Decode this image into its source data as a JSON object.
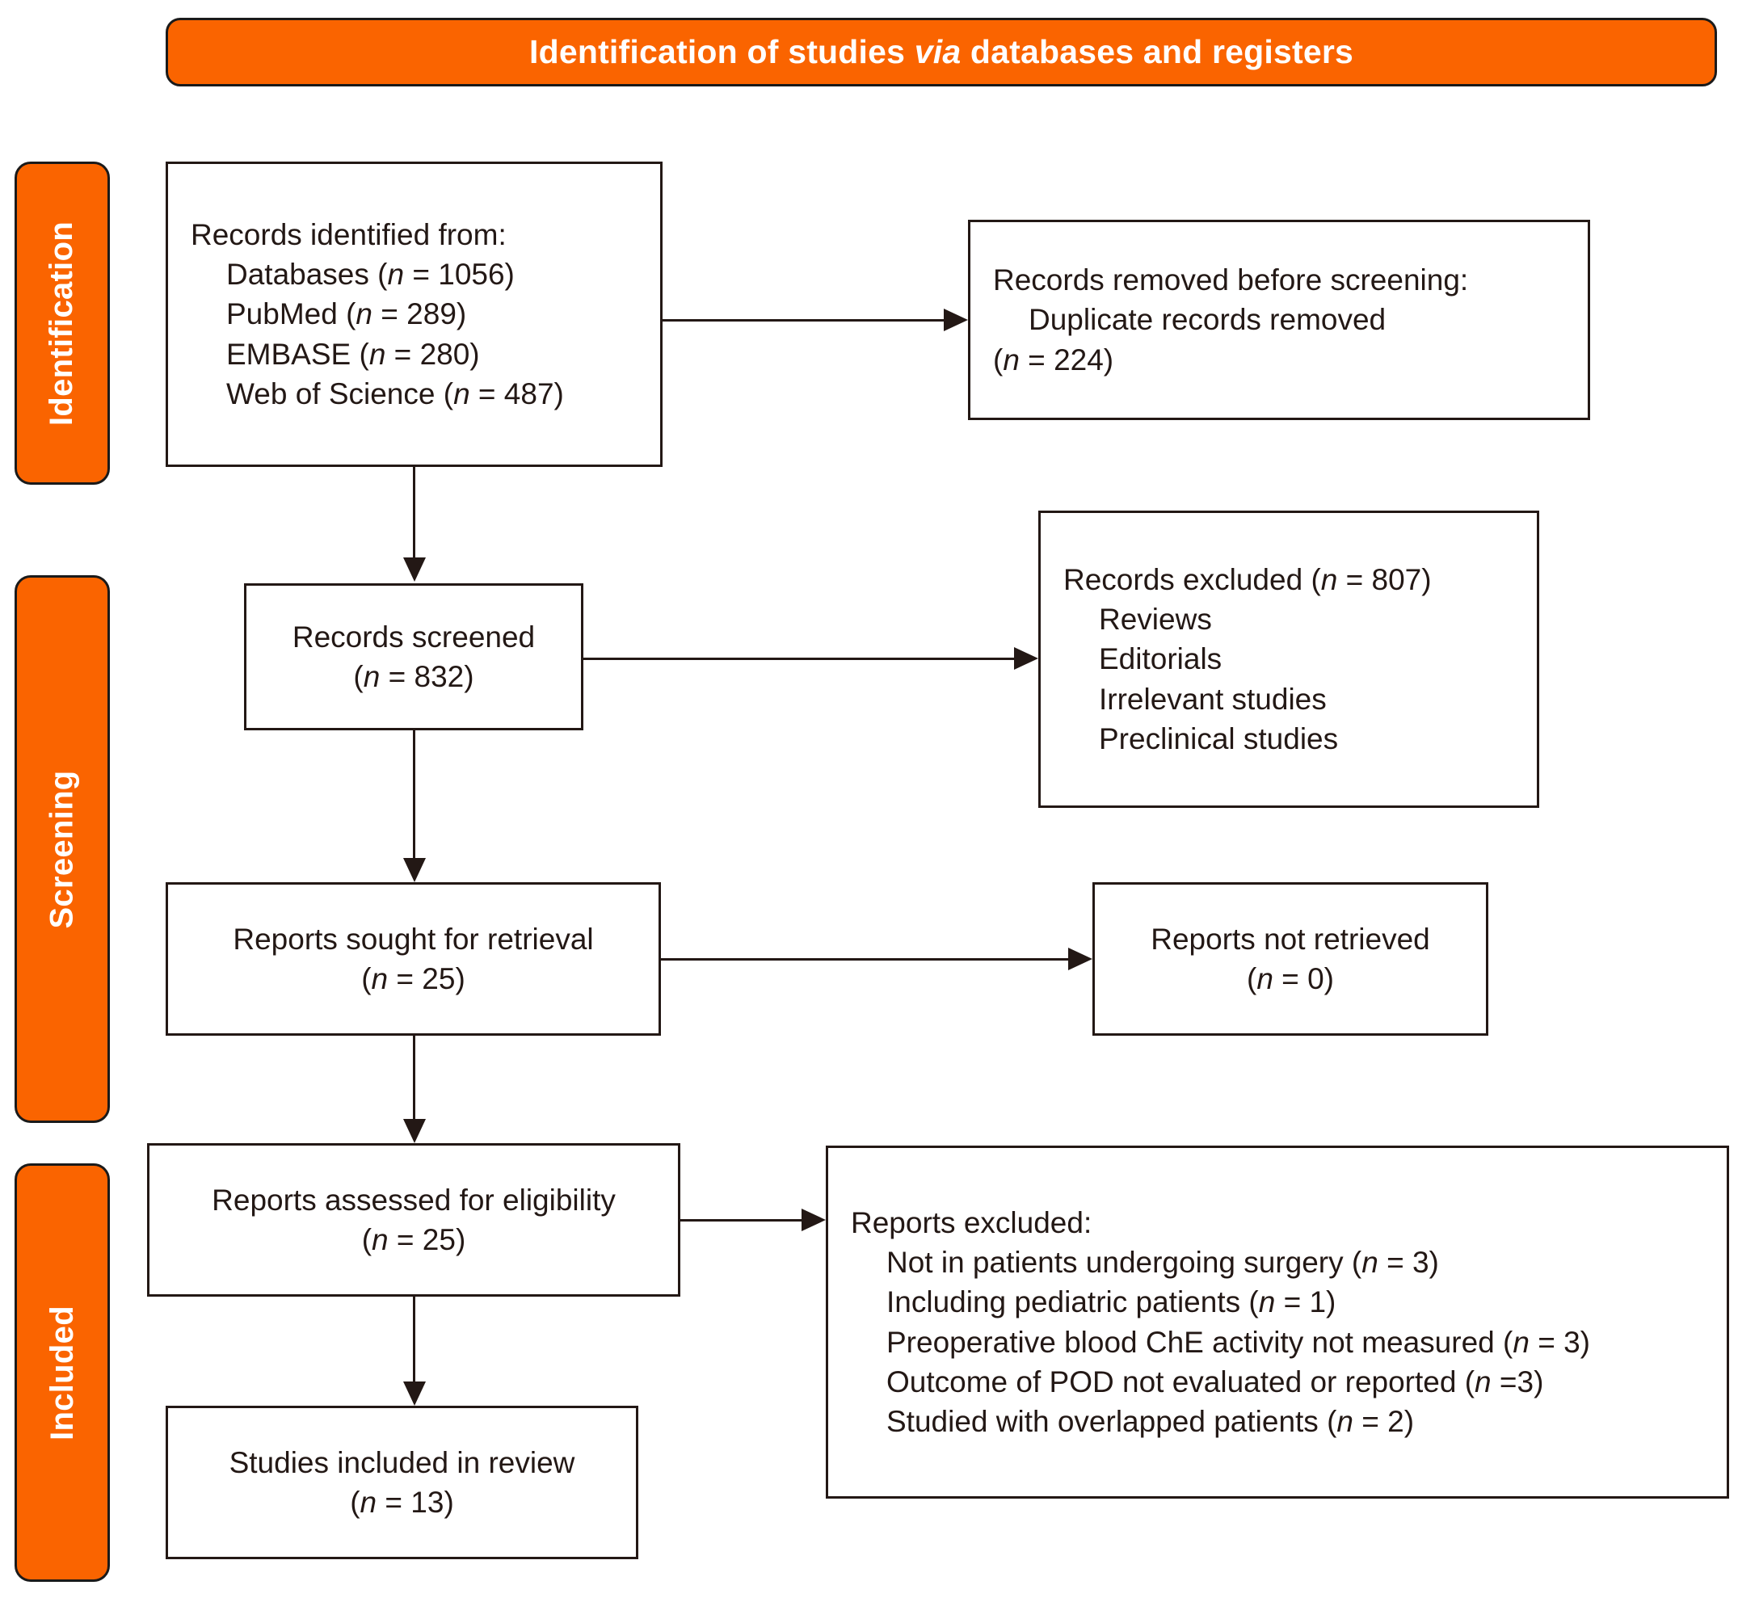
{
  "banner": {
    "title_pre": "Identification of studies ",
    "title_em": "via",
    "title_post": " databases and registers"
  },
  "stages": [
    {
      "key": "identification",
      "label": "Identification"
    },
    {
      "key": "screening",
      "label": "Screening"
    },
    {
      "key": "included",
      "label": "Included"
    }
  ],
  "colors": {
    "accent_orange": "#FA6400",
    "box_border": "#231815",
    "banner_text": "#FFFFFF",
    "background": "#FFFFFF"
  },
  "boxes": {
    "identified": {
      "name": "Records identified from",
      "lines": [
        {
          "text": "Records identified from:",
          "indent": 0
        },
        {
          "text": "Databases (",
          "em": "n",
          "tail": " = 1056)",
          "indent": 1
        },
        {
          "text": "PubMed (",
          "em": "n",
          "tail": " = 289)",
          "indent": 1
        },
        {
          "text": "EMBASE (",
          "em": "n",
          "tail": " = 280)",
          "indent": 1
        },
        {
          "text": "Web of Science (",
          "em": "n",
          "tail": " = 487)",
          "indent": 1
        }
      ]
    },
    "removed": {
      "name": "Records removed before screening",
      "lines": [
        {
          "text": "Records removed before screening:",
          "indent": 0
        },
        {
          "text": "Duplicate records removed",
          "indent": 1
        },
        {
          "text": "(",
          "em": "n",
          "tail": " = 224)",
          "indent": 0
        }
      ]
    },
    "screened": {
      "name": "Records screened",
      "lines": [
        {
          "text": "Records screened",
          "indent": 0
        },
        {
          "text": "(",
          "em": "n",
          "tail": " = 832)",
          "indent": 0
        }
      ]
    },
    "excluded": {
      "name": "Records excluded",
      "lines": [
        {
          "text": "Records excluded (",
          "em": "n",
          "tail": " = 807)",
          "indent": 0
        },
        {
          "text": "Reviews",
          "indent": 1
        },
        {
          "text": "Editorials",
          "indent": 1
        },
        {
          "text": "Irrelevant studies",
          "indent": 1
        },
        {
          "text": "Preclinical studies",
          "indent": 1
        }
      ]
    },
    "sought": {
      "name": "Reports sought for retrieval",
      "lines": [
        {
          "text": "Reports sought for retrieval",
          "indent": 0
        },
        {
          "text": "(",
          "em": "n",
          "tail": " = 25)",
          "indent": 0
        }
      ]
    },
    "not_retrieved": {
      "name": "Reports not retrieved",
      "lines": [
        {
          "text": "Reports not retrieved",
          "indent": 0
        },
        {
          "text": "(",
          "em": "n",
          "tail": " = 0)",
          "indent": 0
        }
      ]
    },
    "assessed": {
      "name": "Reports assessed for eligibility",
      "lines": [
        {
          "text": "Reports assessed for eligibility",
          "indent": 0
        },
        {
          "text": "(",
          "em": "n",
          "tail": " = 25)",
          "indent": 0
        }
      ]
    },
    "reports_excluded": {
      "name": "Reports excluded",
      "lines": [
        {
          "text": "Reports excluded:",
          "indent": 0
        },
        {
          "text": "Not in patients undergoing surgery (",
          "em": "n",
          "tail": " = 3)",
          "indent": 1
        },
        {
          "text": "Including pediatric patients (",
          "em": "n",
          "tail": " = 1)",
          "indent": 1
        },
        {
          "text": "Preoperative blood ChE activity not measured (",
          "em": "n",
          "tail": " = 3)",
          "indent": 1
        },
        {
          "text": "Outcome of POD not evaluated or reported (",
          "em": "n",
          "tail": " =3)",
          "indent": 1
        },
        {
          "text": "Studied with overlapped patients (",
          "em": "n",
          "tail": " = 2)",
          "indent": 1
        }
      ]
    },
    "included": {
      "name": "Studies included in review",
      "lines": [
        {
          "text": "Studies included in review",
          "indent": 0
        },
        {
          "text": "(",
          "em": "n",
          "tail": " = 13)",
          "indent": 0
        }
      ]
    }
  },
  "connectors": [
    {
      "name": "identified-to-removed",
      "type": "arrow-right"
    },
    {
      "name": "identified-to-screened",
      "type": "arrow-down"
    },
    {
      "name": "screened-to-excluded",
      "type": "arrow-right"
    },
    {
      "name": "screened-to-sought",
      "type": "arrow-down"
    },
    {
      "name": "sought-to-notretrieved",
      "type": "arrow-right"
    },
    {
      "name": "sought-to-assessed",
      "type": "arrow-down"
    },
    {
      "name": "assessed-to-reportsexcluded",
      "type": "arrow-right"
    },
    {
      "name": "assessed-to-included",
      "type": "arrow-down"
    }
  ]
}
